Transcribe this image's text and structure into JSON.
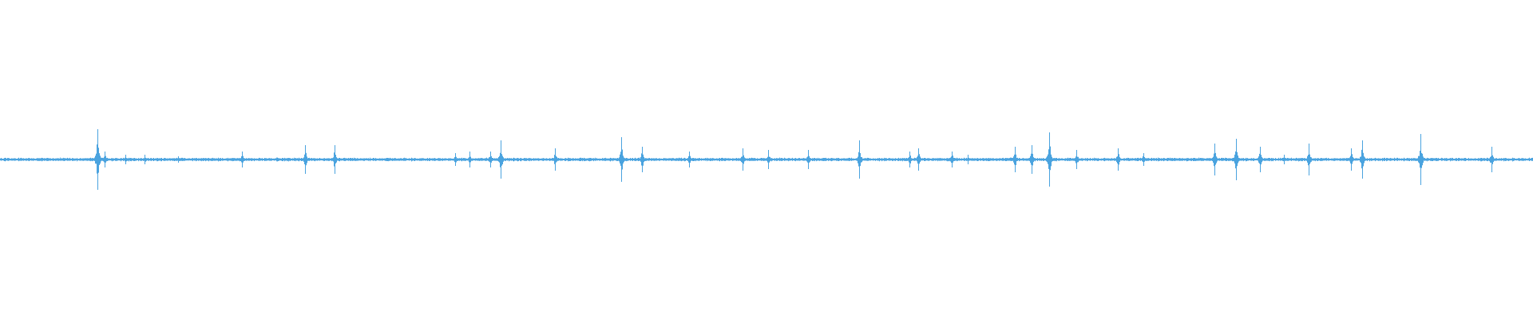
{
  "waveform": {
    "color": "#4aa3df",
    "background": "#ffffff",
    "transients": [
      {
        "t": 0.0635,
        "amp": 0.19
      },
      {
        "t": 0.068,
        "amp": 0.05
      },
      {
        "t": 0.082,
        "amp": 0.03
      },
      {
        "t": 0.0945,
        "amp": 0.03
      },
      {
        "t": 0.116,
        "amp": 0.02
      },
      {
        "t": 0.158,
        "amp": 0.05
      },
      {
        "t": 0.199,
        "amp": 0.09
      },
      {
        "t": 0.218,
        "amp": 0.09
      },
      {
        "t": 0.297,
        "amp": 0.04
      },
      {
        "t": 0.3065,
        "amp": 0.05
      },
      {
        "t": 0.32,
        "amp": 0.05
      },
      {
        "t": 0.3265,
        "amp": 0.12
      },
      {
        "t": 0.362,
        "amp": 0.07
      },
      {
        "t": 0.405,
        "amp": 0.14
      },
      {
        "t": 0.419,
        "amp": 0.08
      },
      {
        "t": 0.4495,
        "amp": 0.05
      },
      {
        "t": 0.4845,
        "amp": 0.07
      },
      {
        "t": 0.501,
        "amp": 0.06
      },
      {
        "t": 0.527,
        "amp": 0.06
      },
      {
        "t": 0.5605,
        "amp": 0.12
      },
      {
        "t": 0.593,
        "amp": 0.05
      },
      {
        "t": 0.599,
        "amp": 0.07
      },
      {
        "t": 0.621,
        "amp": 0.05
      },
      {
        "t": 0.6315,
        "amp": 0.03
      },
      {
        "t": 0.662,
        "amp": 0.08
      },
      {
        "t": 0.673,
        "amp": 0.09
      },
      {
        "t": 0.6845,
        "amp": 0.17
      },
      {
        "t": 0.702,
        "amp": 0.06
      },
      {
        "t": 0.729,
        "amp": 0.07
      },
      {
        "t": 0.746,
        "amp": 0.04
      },
      {
        "t": 0.792,
        "amp": 0.1
      },
      {
        "t": 0.8065,
        "amp": 0.13
      },
      {
        "t": 0.822,
        "amp": 0.08
      },
      {
        "t": 0.8375,
        "amp": 0.03
      },
      {
        "t": 0.8535,
        "amp": 0.1
      },
      {
        "t": 0.881,
        "amp": 0.07
      },
      {
        "t": 0.8885,
        "amp": 0.12
      },
      {
        "t": 0.9265,
        "amp": 0.16
      },
      {
        "t": 0.973,
        "amp": 0.08
      }
    ]
  }
}
